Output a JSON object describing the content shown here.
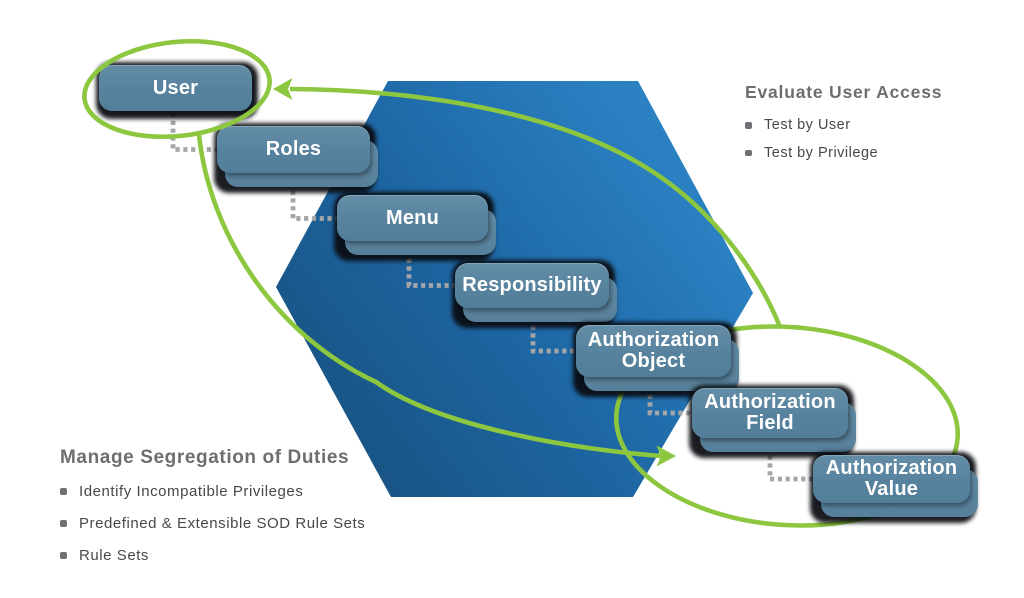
{
  "diagram": {
    "boxes": [
      {
        "label": "User"
      },
      {
        "label": "Roles"
      },
      {
        "label": "Menu"
      },
      {
        "label": "Responsibility"
      },
      {
        "label": "Authorization Object"
      },
      {
        "label": "Authorization Field"
      },
      {
        "label": "Authorization Value"
      }
    ],
    "callouts": {
      "evaluate": {
        "title": "Evaluate User Access",
        "bullets": [
          "Test by User",
          "Test by Privilege"
        ]
      },
      "manage": {
        "title": "Manage Segregation of Duties",
        "bullets": [
          "Identify Incompatible Privileges",
          "Predefined & Extensible SOD Rule Sets",
          "Rule Sets"
        ]
      }
    },
    "colors": {
      "accent_green": "#8dc63f",
      "box_fill": "#57829e",
      "box_shadow": "#17191d",
      "hexagon_dark": "#174e7b",
      "hexagon_light": "#2e86c8",
      "heading_gray": "#6d6e71",
      "bullet_text": "#48484b",
      "connector_dot": "#a7a9ac",
      "label_text": "#ffffff"
    }
  }
}
